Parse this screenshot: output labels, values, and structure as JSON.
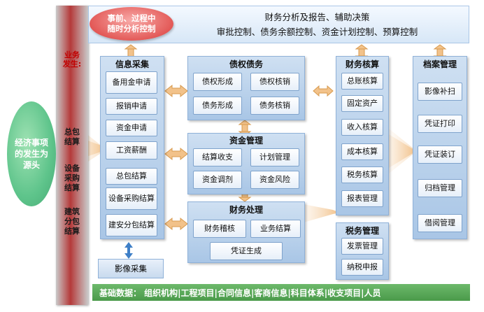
{
  "source_oval": "经济事项的发生为源头",
  "left_labels": {
    "business_occurrence": "业务\n发生:",
    "general_contract": "总包\n结算",
    "equipment_purchase": "设备\n采购\n结算",
    "construction_subcontract": "建筑\n分包\n结算"
  },
  "top_oval": "事前、过程中\n随时分析控制",
  "top_box": {
    "line1": "财务分析及报告、辅助决策",
    "line2": "审批控制、债务余额控制、资金计划控制、预算控制"
  },
  "info_collection": {
    "title": "信息采集",
    "items": [
      "备用金申请",
      "报销申请",
      "资金申请",
      "工资薪酬",
      "总包结算",
      "设备采购结算",
      "建安分包结算"
    ]
  },
  "claims_debts": {
    "title": "债权债务",
    "items": [
      "债权形成",
      "债权核销",
      "债务形成",
      "债务核销"
    ]
  },
  "fund_management": {
    "title": "资金管理",
    "items": [
      "结算收支",
      "计划管理",
      "资金调剂",
      "资金风险"
    ]
  },
  "finance_processing": {
    "title": "财务处理",
    "items": [
      "财务稽核",
      "业务结算",
      "凭证生成"
    ]
  },
  "accounting": {
    "title": "财务核算",
    "items": [
      "总账核算",
      "固定资产",
      "收入核算",
      "成本核算",
      "税务核算",
      "报表管理"
    ]
  },
  "tax_management": {
    "title": "税务管理",
    "items": [
      "发票管理",
      "纳税申报"
    ]
  },
  "archive_management": {
    "title": "档案管理",
    "items": [
      "影像补扫",
      "凭证打印",
      "凭证装订",
      "归档管理",
      "借阅管理"
    ]
  },
  "imaging": "影像采集",
  "basic_data": "基础数据： 组织机构|工程项目|合同信息|客商信息|科目体系|收支项目|人员",
  "colors": {
    "panel": "#b9d2ec",
    "accent_red": "#c00000",
    "oval_green": "#5ec48b",
    "bar_green": "#4a9a4a",
    "arrow_orange": "#f2c28a"
  }
}
